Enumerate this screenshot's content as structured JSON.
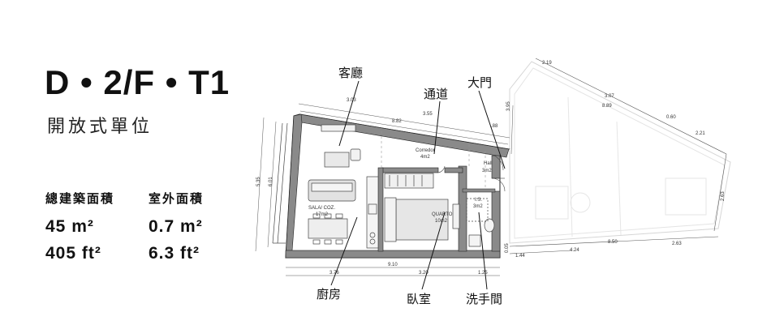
{
  "unit": {
    "title": "D • 2/F • T1",
    "subtitle": "開放式單位"
  },
  "stats": {
    "gross_label": "總建築面積",
    "gross_m2": "45 m²",
    "gross_ft2": "405 ft²",
    "outdoor_label": "室外面積",
    "outdoor_m2": "0.7 m²",
    "outdoor_ft2": "6.3 ft²"
  },
  "plan": {
    "callouts": {
      "living": "客廳",
      "corridor": "通道",
      "entrance": "大門",
      "kitchen": "廚房",
      "bedroom": "臥室",
      "bathroom": "洗手間"
    },
    "rooms": {
      "sala_name": "SALA/ COZ.",
      "sala_area": "17m2",
      "corredor_name": "Corredor",
      "corredor_area": "4m2",
      "quarto_name": "QUARTO",
      "quarto_area": "10m2",
      "hall_name": "Hall",
      "hall_area": "3m2",
      "is_name": "I.S.",
      "is_area": "3m2"
    },
    "dimensions": {
      "top_a": "3.03",
      "top_b": "3.55",
      "top_c": "8.82",
      "top_d": ".88",
      "right_a": "3.95",
      "left_a": "5.35",
      "left_b": "6.01",
      "bottom_a": "3.76",
      "bottom_b": "3.20",
      "bottom_c": "1.25",
      "bottom_total": "9.10",
      "ghost_a": "2.19",
      "ghost_b": "3.07",
      "ghost_c": "8.89",
      "ghost_d": "0.60",
      "ghost_e": "2.21",
      "ghost_f": "2.63",
      "ghost_g": "8.50",
      "ghost_h": "4.24",
      "ghost_i": "2.63",
      "ghost_j": "1.44",
      "ghost_k": "0.05"
    }
  }
}
